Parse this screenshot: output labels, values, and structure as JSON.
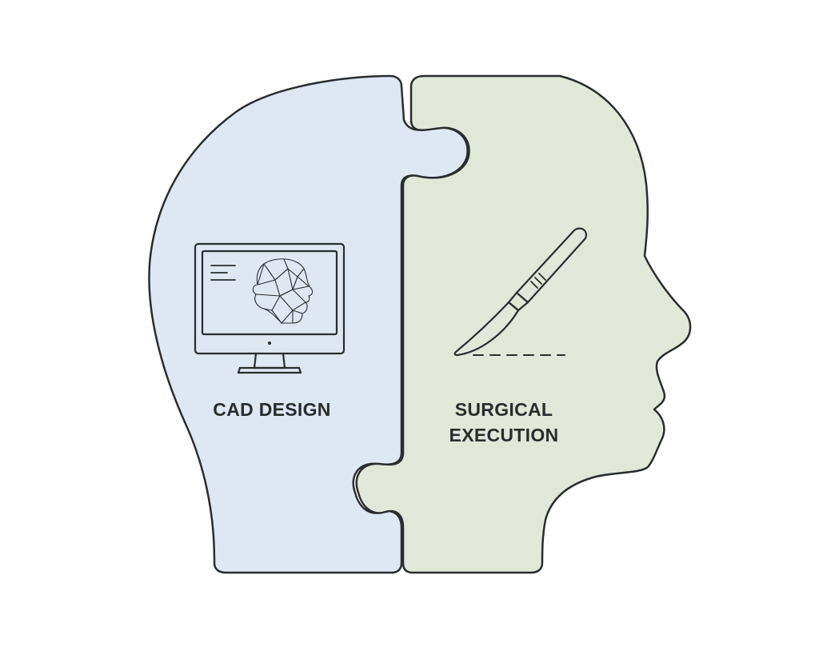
{
  "left_piece": {
    "label": "CAD DESIGN",
    "icon": "monitor-with-3d-face-mesh-icon",
    "fill_color": "#dfe7f3"
  },
  "right_piece": {
    "label_line1": "SURGICAL",
    "label_line2": "EXECUTION",
    "icon": "scalpel-with-cut-line-icon",
    "fill_color": "#e2e8d9"
  },
  "colors": {
    "outline": "#2a2c2e",
    "background": "#ffffff"
  }
}
